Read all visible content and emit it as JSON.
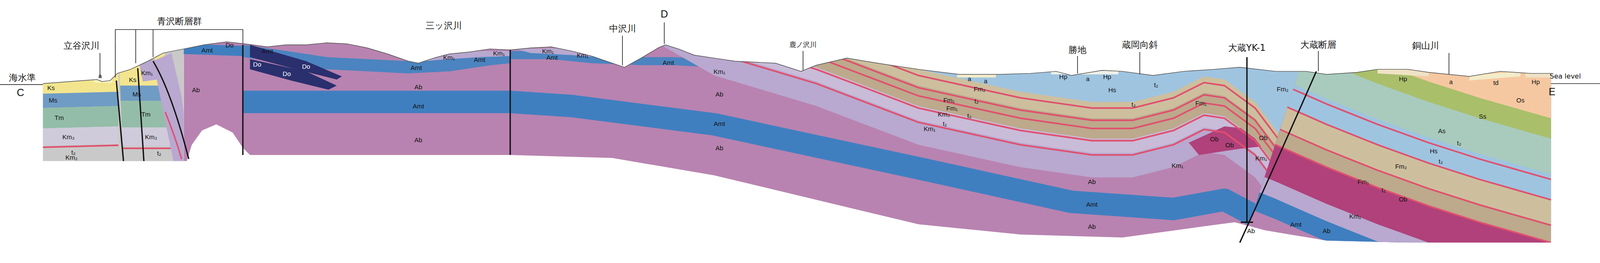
{
  "diagram": {
    "labels": [
      "海水準",
      "C",
      "立谷沢川",
      "青沢断層群",
      "三ッ沢川",
      "D",
      "中沢川",
      "鹿ノ沢川",
      "勝地",
      "蔵岡向斜",
      "大蔵YK-1",
      "大蔵断層",
      "銅山川",
      "Sea level",
      "E",
      "Ks",
      "a",
      "Ks",
      "Km₁",
      "Ms",
      "Ms",
      "Tm",
      "Tm",
      "Km₃",
      "Km₃",
      "t₂",
      "t₂",
      "Km₂",
      "Amt",
      "Do",
      "Ab",
      "Amt",
      "Do",
      "Do",
      "Do",
      "Km₁",
      "Km₁",
      "Amt",
      "Amt",
      "Ab",
      "Amt",
      "Ab",
      "Km₁",
      "Km₁",
      "Amt",
      "Amt",
      "Km₁",
      "Ab",
      "Amt",
      "Ab",
      "a",
      "a",
      "Fm₂",
      "Hp",
      "a",
      "Hp",
      "t₂",
      "Hs",
      "t₂",
      "Fm₁",
      "t₂",
      "Fm₁",
      "t₂",
      "Km₃",
      "t₂",
      "Km₁",
      "Fm₁",
      "Fm₂",
      "Ob",
      "Ob",
      "Ob",
      "Km₁",
      "Km₁",
      "Ab",
      "Amt",
      "Ab",
      "Amt",
      "Ab",
      "Km₁",
      "Ab",
      "Hp",
      "a",
      "td",
      "Hp",
      "Os",
      "Ss",
      "As",
      "t₂",
      "Hs",
      "t₂",
      "Fm₂",
      "Fm₁",
      "t₂",
      "Ob"
    ]
  }
}
